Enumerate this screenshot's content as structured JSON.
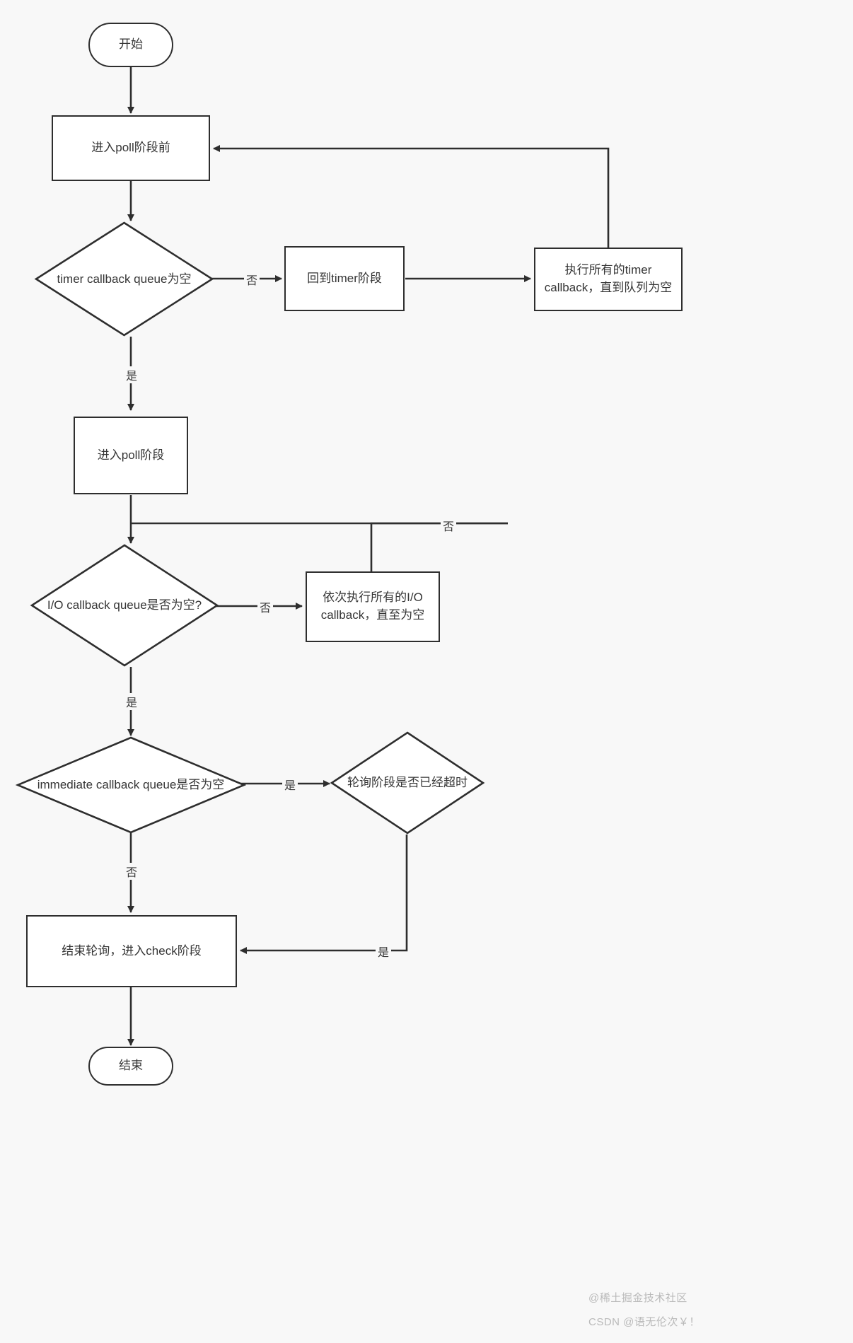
{
  "diagram": {
    "title": "Node.js poll phase flowchart",
    "background_color": "#f8f8f8",
    "stroke_color": "#2e2e2e",
    "node_fill": "#ffffff",
    "text_color": "#353535"
  },
  "nodes": {
    "start": {
      "label": "开始",
      "shape": "terminator"
    },
    "before_poll": {
      "label": "进入poll阶段前",
      "shape": "process"
    },
    "timer_queue_empty": {
      "label": "timer callback queue为空",
      "shape": "decision"
    },
    "back_to_timer": {
      "label": "回到timer阶段",
      "shape": "process"
    },
    "run_all_timer": {
      "label": "执行所有的timer\ncallback，直到队列为空",
      "shape": "process"
    },
    "enter_poll": {
      "label": "进入poll阶段",
      "shape": "process"
    },
    "io_queue_empty": {
      "label": "I/O callback queue是否为空?",
      "shape": "decision"
    },
    "run_all_io": {
      "label": "依次执行所有的I/O\ncallback，直至为空",
      "shape": "process"
    },
    "immediate_queue_empty": {
      "label": "immediate callback queue是否为空",
      "shape": "decision"
    },
    "poll_timeout": {
      "label": "轮询阶段是否已经超时",
      "shape": "decision"
    },
    "end_poll_enter_check": {
      "label": "结束轮询，进入check阶段",
      "shape": "process"
    },
    "end": {
      "label": "结束",
      "shape": "terminator"
    }
  },
  "edge_labels": {
    "timer_no": "否",
    "timer_yes": "是",
    "io_no": "否",
    "io_loopback_no": "否",
    "io_yes": "是",
    "immediate_yes": "是",
    "immediate_no": "否",
    "timeout_yes": "是"
  },
  "watermark": {
    "line1": "@稀土掘金技术社区",
    "line2": "CSDN @语无伦次￥！"
  }
}
